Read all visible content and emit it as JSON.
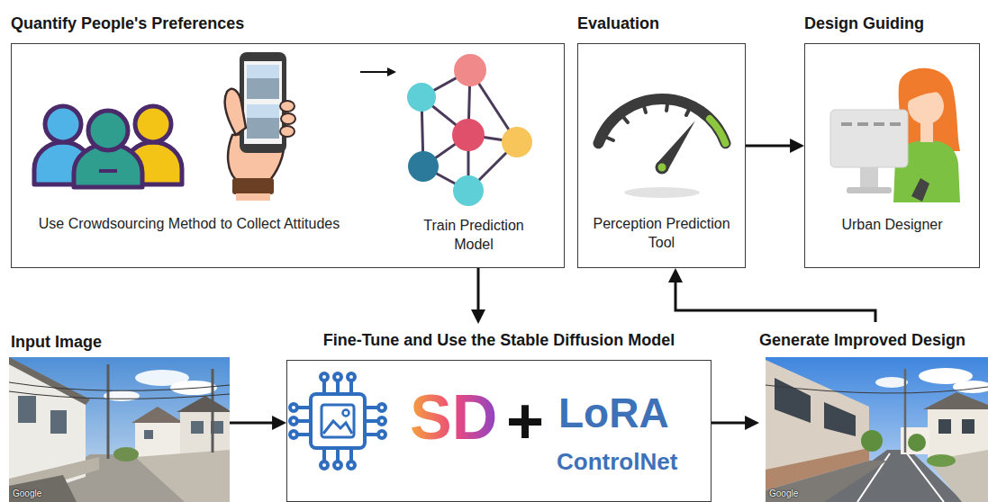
{
  "diagram": {
    "nodes": [
      {
        "text": [
          "Quantify People's Preferences"
        ]
      },
      {
        "text": [
          "Use Crowdsourcing Method to Collect Attitudes"
        ],
        "in": 0
      },
      {
        "text": [
          "Train Prediction Model"
        ],
        "in": 0
      },
      {
        "text": [
          "Evaluation",
          "Perception Prediction Tool"
        ]
      },
      {
        "text": [
          "Design Guiding",
          "Urban Designer"
        ]
      },
      {
        "text": [
          "Input Image"
        ]
      },
      {
        "text": [
          "Fine-Tune and Use the Stable Diffusion Model",
          "SD",
          "+",
          "LoRA",
          "ControlNet"
        ]
      },
      {
        "text": [
          "Generate Improved Design"
        ]
      }
    ],
    "edges": [
      {
        "from": 1,
        "to": 2,
        "arrow": "to"
      },
      {
        "from": 0,
        "to": 6,
        "arrow": "to"
      },
      {
        "from": 3,
        "to": 4,
        "arrow": "to"
      },
      {
        "from": 5,
        "to": 6,
        "arrow": "to"
      },
      {
        "from": 6,
        "to": 7,
        "arrow": "to"
      },
      {
        "from": 7,
        "to": 3,
        "arrow": "to"
      }
    ],
    "labels": [
      "Google",
      "Google"
    ]
  }
}
